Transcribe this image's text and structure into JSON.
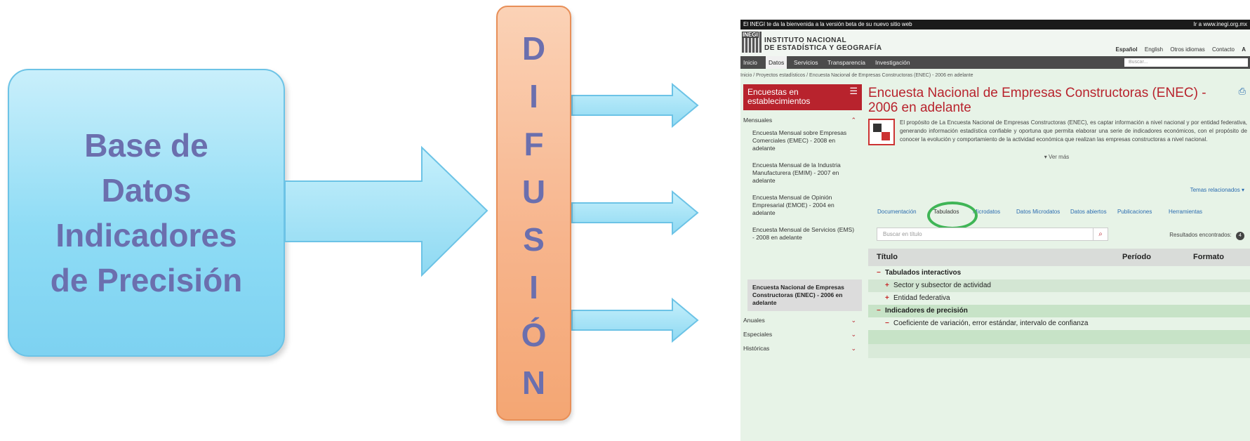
{
  "diagram": {
    "source_box": {
      "lines": [
        "Base de",
        "Datos",
        "Indicadores",
        "de Precisión"
      ]
    },
    "bar_letters": [
      "D",
      "I",
      "F",
      "U",
      "S",
      "I",
      "Ó",
      "N"
    ],
    "colors": {
      "source_fill": "#8fdcf5",
      "bar_fill": "#f7b58d",
      "text": "#6b6fae",
      "arrow_fill": "#a8e4f7",
      "highlight_ring": "#3fb556"
    }
  },
  "screenshot": {
    "topbar": {
      "left": "El INEGI te da la bienvenida a la versión beta de su nuevo sitio web",
      "right": "Ir a www.inegi.org.mx"
    },
    "logo": {
      "mark": "INEGI",
      "line1": "INSTITUTO NACIONAL",
      "line2": "DE ESTADÍSTICA Y GEOGRAFÍA"
    },
    "languages": [
      "Español",
      "English",
      "Otros idiomas",
      "Contacto",
      "A"
    ],
    "nav": [
      "Inicio",
      "Datos",
      "Servicios",
      "Transparencia",
      "Investigación"
    ],
    "nav_active": "Datos",
    "search_placeholder": "Buscar...",
    "breadcrumb": "Inicio / Proyectos estadísticos / Encuesta Nacional de Empresas Constructoras (ENEC) - 2006 en adelante",
    "sidebar": {
      "title": "Encuestas en establecimientos",
      "section_monthly": "Mensuales",
      "items": [
        "Encuesta Mensual sobre Empresas Comerciales (EMEC) - 2008 en adelante",
        "Encuesta Mensual de la Industria Manufacturera (EMIM) - 2007 en adelante",
        "Encuesta Mensual de Opinión Empresarial (EMOE) - 2004 en adelante",
        "Encuesta Mensual de Servicios (EMS) - 2008 en adelante"
      ],
      "selected": "Encuesta Nacional de Empresas Constructoras (ENEC) - 2006 en adelante",
      "sections": [
        "Anuales",
        "Especiales",
        "Históricas"
      ]
    },
    "main": {
      "title": "Encuesta Nacional de Empresas Constructoras (ENEC) - 2006 en adelante",
      "description": "El propósito de La Encuesta Nacional de Empresas Constructoras (ENEC), es captar información a nivel nacional y por entidad federativa, generando información estadística confiable y oportuna que permita elaborar una serie de indicadores económicos, con el propósito de conocer la evolución y comportamiento de la actividad económica que realizan las empresas constructoras a nivel nacional.",
      "ver_mas": "Ver más",
      "temas": "Temas relacionados",
      "tabs": [
        "Documentación",
        "Tabulados",
        "Microdatos",
        "Datos Microdatos",
        "Datos abiertos",
        "Publicaciones",
        "Herramientas"
      ],
      "tab_active": "Tabulados",
      "filter_placeholder": "Buscar en título",
      "results_label": "Resultados encontrados:",
      "results_count": "4",
      "table_headers": [
        "Título",
        "Período",
        "Formato"
      ],
      "rows": [
        {
          "marker": "−",
          "label": "Tabulados interactivos",
          "bold": true
        },
        {
          "marker": "+",
          "label": "Sector y subsector de actividad",
          "bold": false
        },
        {
          "marker": "+",
          "label": "Entidad federativa",
          "bold": false
        },
        {
          "marker": "−",
          "label": "Indicadores de precisión",
          "bold": true
        },
        {
          "marker": "−",
          "label": "Coeficiente de variación, error estándar, intervalo de confianza",
          "bold": false
        }
      ]
    }
  }
}
